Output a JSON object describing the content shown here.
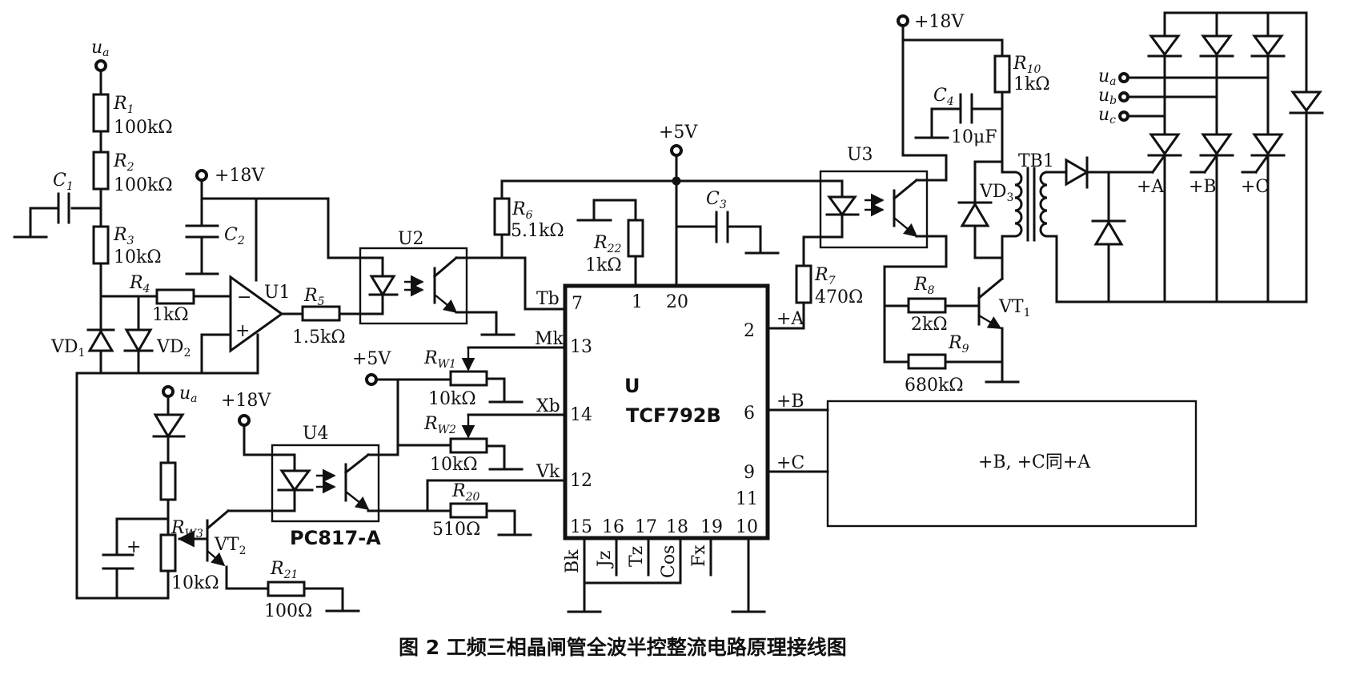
{
  "caption": "图 2  工频三相晶闸管全波半控整流电路原理接线图",
  "inputs": {
    "ua_top": {
      "sym": "u",
      "sub": "a"
    },
    "ua_mid": {
      "sym": "u",
      "sub": "a"
    },
    "ua_right": {
      "sym": "u",
      "sub": "a"
    },
    "ub_right": {
      "sym": "u",
      "sub": "b"
    },
    "uc_right": {
      "sym": "u",
      "sub": "c"
    }
  },
  "supplies": {
    "v18_left": "+18V",
    "v18_mid": "+18V",
    "v18_right": "+18V",
    "v5_top": "+5V",
    "v5_left": "+5V"
  },
  "resistors": {
    "R1": {
      "sym": "R",
      "sub": "1",
      "value": "100kΩ"
    },
    "R2": {
      "sym": "R",
      "sub": "2",
      "value": "100kΩ"
    },
    "R3": {
      "sym": "R",
      "sub": "3",
      "value": "10kΩ"
    },
    "R4": {
      "sym": "R",
      "sub": "4",
      "value": "1kΩ"
    },
    "R5": {
      "sym": "R",
      "sub": "5",
      "value": "1.5kΩ"
    },
    "R6": {
      "sym": "R",
      "sub": "6",
      "value": "5.1kΩ"
    },
    "R7": {
      "sym": "R",
      "sub": "7",
      "value": "470Ω"
    },
    "R8": {
      "sym": "R",
      "sub": "8",
      "value": "2kΩ"
    },
    "R9": {
      "sym": "R",
      "sub": "9",
      "value": "680kΩ"
    },
    "R10": {
      "sym": "R",
      "sub": "10",
      "value": "1kΩ"
    },
    "R20": {
      "sym": "R",
      "sub": "20",
      "value": "510Ω"
    },
    "R21": {
      "sym": "R",
      "sub": "21",
      "value": "100Ω"
    },
    "R22": {
      "sym": "R",
      "sub": "22",
      "value": "1kΩ"
    },
    "RW1": {
      "sym": "R",
      "sub": "W1",
      "value": "10kΩ"
    },
    "RW2": {
      "sym": "R",
      "sub": "W2",
      "value": "10kΩ"
    },
    "RW3": {
      "sym": "R",
      "sub": "W3",
      "value": "10kΩ"
    }
  },
  "capacitors": {
    "C1": {
      "sym": "C",
      "sub": "1"
    },
    "C2": {
      "sym": "C",
      "sub": "2"
    },
    "C3": {
      "sym": "C",
      "sub": "3"
    },
    "C4": {
      "sym": "C",
      "sub": "4",
      "value": "10μF"
    }
  },
  "semis": {
    "VD1": {
      "sym": "VD",
      "sub": "1"
    },
    "VD2": {
      "sym": "VD",
      "sub": "2"
    },
    "VD3": {
      "sym": "VD",
      "sub": "3"
    },
    "VT1": {
      "sym": "VT",
      "sub": "1"
    },
    "VT2": {
      "sym": "VT",
      "sub": "2"
    },
    "TB1": "TB1"
  },
  "ics": {
    "U1": "U1",
    "U2": "U2",
    "U3": "U3",
    "U4": "U4",
    "U4_part": "PC817-A",
    "U_name": "U",
    "U_part": "TCF792B",
    "plus": "+",
    "minus": "−"
  },
  "u_pins": {
    "p7": "7",
    "p1": "1",
    "p20": "20",
    "p13": "13",
    "p14": "14",
    "p12": "12",
    "p2": "2",
    "p6": "6",
    "p9": "9",
    "p11": "11",
    "p15": "15",
    "p16": "16",
    "p17": "17",
    "p18": "18",
    "p19": "19",
    "p10": "10"
  },
  "u_signals": {
    "Tb": "Tb",
    "Mk": "Mk",
    "Xb": "Xb",
    "Vk": "Vk",
    "A": "+A",
    "B": "+B",
    "C": "+C",
    "Bk": "Bk",
    "Jz": "Jz",
    "Tz": "Tz",
    "Cos": "Cos",
    "Fx": "Fx"
  },
  "gate_labels": {
    "A": "+A",
    "B": "+B",
    "C": "+C"
  },
  "note_box": "+B, +C同+A"
}
